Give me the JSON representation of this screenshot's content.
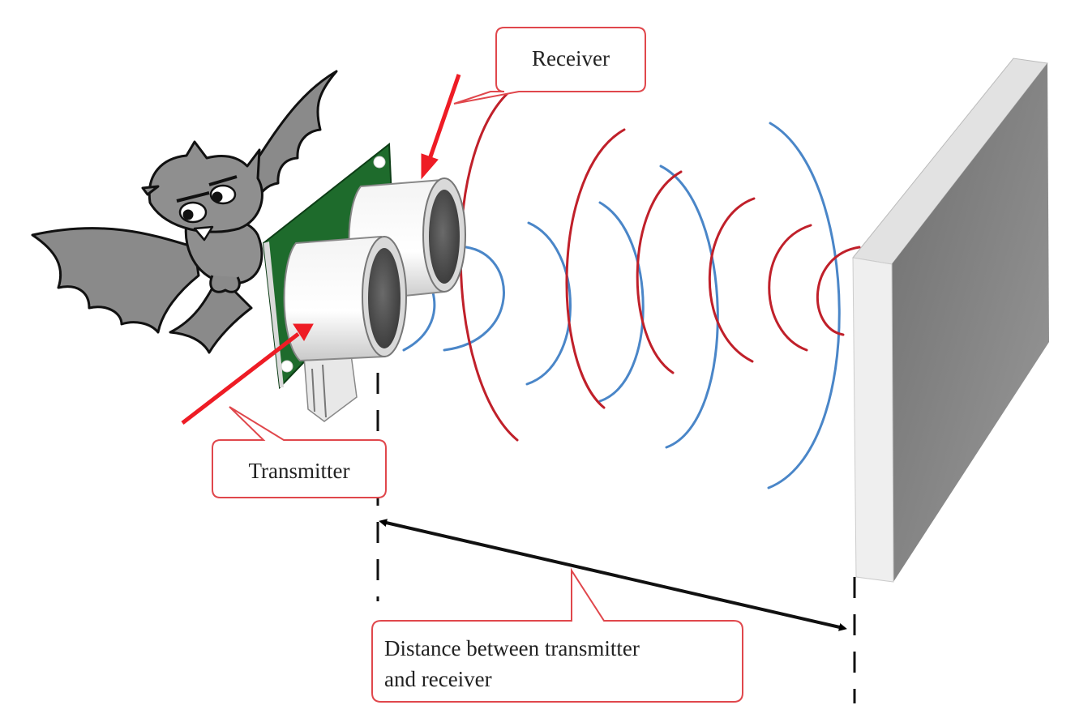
{
  "labels": {
    "receiver": "Receiver",
    "transmitter": "Transmitter",
    "distance_line1": "Distance between transmitter",
    "distance_line2": "and receiver"
  },
  "colors": {
    "callout_border": "#e0474c",
    "pointer_arrow": "#ee1c25",
    "wave_red": "#c0202a",
    "wave_blue": "#4a86c8",
    "board_green": "#1e6b2c",
    "wall_front": "#ededed",
    "wall_side": "#7a7a7a",
    "bat_body": "#8a8a8a"
  },
  "icons": {
    "bat": "bat-icon",
    "sensor": "ultrasonic-sensor-icon",
    "wall": "wall-icon"
  }
}
